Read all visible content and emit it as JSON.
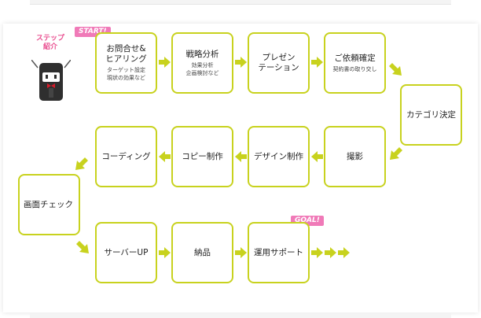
{
  "intro": {
    "label": "ステップ\n紹介"
  },
  "badges": {
    "start": "START!",
    "goal": "GOAL!"
  },
  "steps": [
    {
      "main": "お問合せ&\nヒアリング",
      "sub": "ターゲット設定\n現状の効果など"
    },
    {
      "main": "戦略分析",
      "sub": "効果分析\n企画検討など"
    },
    {
      "main": "プレゼン\nテーション",
      "sub": ""
    },
    {
      "main": "ご依頼確定",
      "sub": "契約書の取り交し"
    },
    {
      "main": "カテゴリ決定",
      "sub": ""
    },
    {
      "main": "撮影",
      "sub": ""
    },
    {
      "main": "デザイン制作",
      "sub": ""
    },
    {
      "main": "コピー制作",
      "sub": ""
    },
    {
      "main": "コーディング",
      "sub": ""
    },
    {
      "main": "画面チェック",
      "sub": ""
    },
    {
      "main": "サーバーUP",
      "sub": ""
    },
    {
      "main": "納品",
      "sub": ""
    },
    {
      "main": "運用サポート",
      "sub": ""
    }
  ],
  "colors": {
    "border": "#c8d21e",
    "arrow": "#c8d21e",
    "badge": "#f07ab8",
    "mascot_label": "#e94d8f"
  }
}
